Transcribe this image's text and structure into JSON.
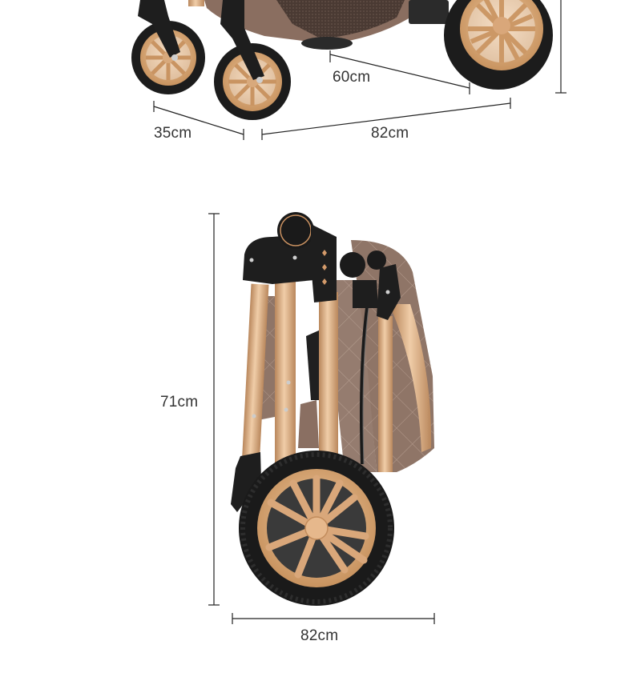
{
  "colors": {
    "frame_gold": "#d9a87e",
    "frame_gold_dark": "#b9875c",
    "tire_black": "#1c1c1c",
    "fabric_brown": "#8c7264",
    "fabric_light": "#a58b7c",
    "plastic_black": "#1e1e1e",
    "dimension_line": "#222222",
    "text": "#333333"
  },
  "unfolded_view": {
    "dimensions": {
      "wheel_width": "35cm",
      "length": "82cm",
      "depth": "60cm"
    }
  },
  "folded_view": {
    "dimensions": {
      "height": "71cm",
      "length": "82cm"
    }
  }
}
